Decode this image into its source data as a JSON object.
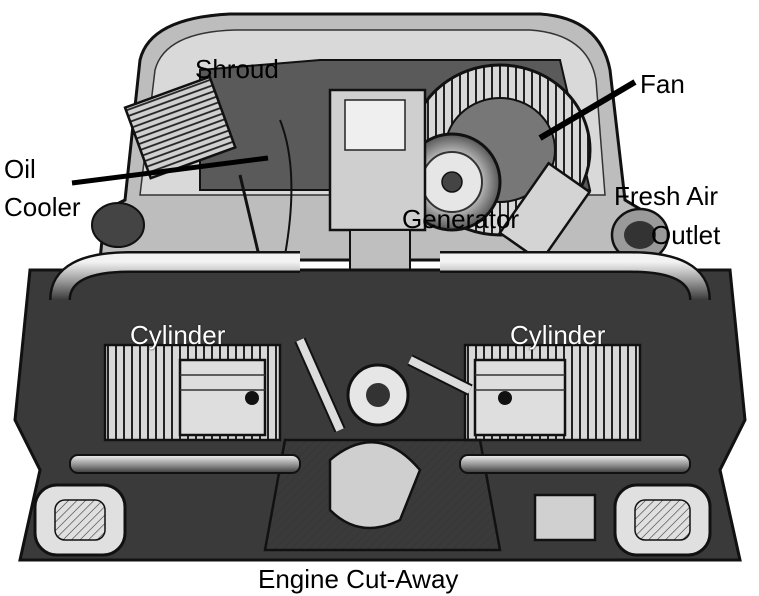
{
  "labels": {
    "shroud": "Shroud",
    "fan": "Fan",
    "oil": "Oil",
    "cooler": "Cooler",
    "fresh_air": "Fresh Air",
    "outlet": "Outlet",
    "generator": "Generator",
    "cylinder_left": "Cylinder",
    "cylinder_right": "Cylinder",
    "caption": "Engine Cut-Away"
  },
  "colors": {
    "ink": "#1a1a1a",
    "paper": "#ffffff",
    "shade": "#8a8a8a",
    "light_shade": "#c9c9c9"
  }
}
